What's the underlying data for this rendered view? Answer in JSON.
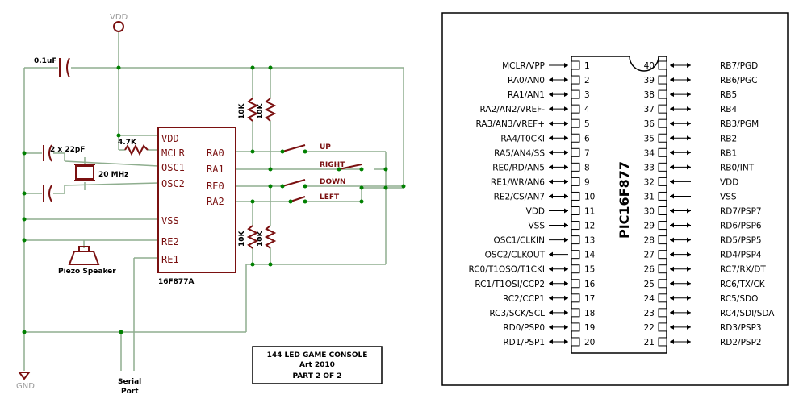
{
  "schematic": {
    "vdd_label": "VDD",
    "gnd_label": "GND",
    "cap_label": "0.1uF",
    "crystal_caps_label": "2 x 22pF",
    "crystal_label": "20 MHz",
    "mclr_resistor_label": "4.7K",
    "pullup_label": "10K",
    "speaker_label": "Piezo Speaker",
    "serial_label_1": "Serial",
    "serial_label_2": "Port",
    "chip_name": "16F877A",
    "chip_pins_left": [
      "VDD",
      "MCLR",
      "OSC1",
      "OSC2",
      "VSS",
      "RE2",
      "RE1"
    ],
    "chip_pins_right": [
      "RA0",
      "RA1",
      "RE0",
      "RA2"
    ],
    "buttons": [
      "UP",
      "RIGHT",
      "DOWN",
      "LEFT"
    ],
    "title_block": {
      "line1": "144 LED GAME CONSOLE",
      "line2": "Art 2010",
      "line3": "PART 2 OF 2"
    }
  },
  "pinout": {
    "chip_label": "PIC16F877",
    "left_pins": [
      {
        "num": "1",
        "name": "MCLR/VPP",
        "dir": "in"
      },
      {
        "num": "2",
        "name": "RA0/AN0",
        "dir": "bi"
      },
      {
        "num": "3",
        "name": "RA1/AN1",
        "dir": "bi"
      },
      {
        "num": "4",
        "name": "RA2/AN2/VREF-",
        "dir": "bi"
      },
      {
        "num": "5",
        "name": "RA3/AN3/VREF+",
        "dir": "bi"
      },
      {
        "num": "6",
        "name": "RA4/T0CKI",
        "dir": "bi"
      },
      {
        "num": "7",
        "name": "RA5/AN4/SS",
        "dir": "bi"
      },
      {
        "num": "8",
        "name": "RE0/RD/AN5",
        "dir": "bi"
      },
      {
        "num": "9",
        "name": "RE1/WR/AN6",
        "dir": "bi"
      },
      {
        "num": "10",
        "name": "RE2/CS/AN7",
        "dir": "bi"
      },
      {
        "num": "11",
        "name": "VDD",
        "dir": "in"
      },
      {
        "num": "12",
        "name": "VSS",
        "dir": "in"
      },
      {
        "num": "13",
        "name": "OSC1/CLKIN",
        "dir": "in"
      },
      {
        "num": "14",
        "name": "OSC2/CLKOUT",
        "dir": "out"
      },
      {
        "num": "15",
        "name": "RC0/T1OSO/T1CKI",
        "dir": "bi"
      },
      {
        "num": "16",
        "name": "RC1/T1OSI/CCP2",
        "dir": "bi"
      },
      {
        "num": "17",
        "name": "RC2/CCP1",
        "dir": "bi"
      },
      {
        "num": "18",
        "name": "RC3/SCK/SCL",
        "dir": "bi"
      },
      {
        "num": "19",
        "name": "RD0/PSP0",
        "dir": "bi"
      },
      {
        "num": "20",
        "name": "RD1/PSP1",
        "dir": "bi"
      }
    ],
    "right_pins": [
      {
        "num": "40",
        "name": "RB7/PGD",
        "dir": "bi"
      },
      {
        "num": "39",
        "name": "RB6/PGC",
        "dir": "bi"
      },
      {
        "num": "38",
        "name": "RB5",
        "dir": "bi"
      },
      {
        "num": "37",
        "name": "RB4",
        "dir": "bi"
      },
      {
        "num": "36",
        "name": "RB3/PGM",
        "dir": "bi"
      },
      {
        "num": "35",
        "name": "RB2",
        "dir": "bi"
      },
      {
        "num": "34",
        "name": "RB1",
        "dir": "bi"
      },
      {
        "num": "33",
        "name": "RB0/INT",
        "dir": "bi"
      },
      {
        "num": "32",
        "name": "VDD",
        "dir": "in"
      },
      {
        "num": "31",
        "name": "VSS",
        "dir": "in"
      },
      {
        "num": "30",
        "name": "RD7/PSP7",
        "dir": "bi"
      },
      {
        "num": "29",
        "name": "RD6/PSP6",
        "dir": "bi"
      },
      {
        "num": "28",
        "name": "RD5/PSP5",
        "dir": "bi"
      },
      {
        "num": "27",
        "name": "RD4/PSP4",
        "dir": "bi"
      },
      {
        "num": "26",
        "name": "RC7/RX/DT",
        "dir": "bi"
      },
      {
        "num": "25",
        "name": "RC6/TX/CK",
        "dir": "bi"
      },
      {
        "num": "24",
        "name": "RC5/SDO",
        "dir": "bi"
      },
      {
        "num": "23",
        "name": "RC4/SDI/SDA",
        "dir": "bi"
      },
      {
        "num": "22",
        "name": "RD3/PSP3",
        "dir": "bi"
      },
      {
        "num": "21",
        "name": "RD2/PSP2",
        "dir": "bi"
      }
    ]
  },
  "colors": {
    "wire": "#8fae8f",
    "component": "#7a1010",
    "node": "#008000",
    "vdd_label": "#9a9a9a"
  }
}
